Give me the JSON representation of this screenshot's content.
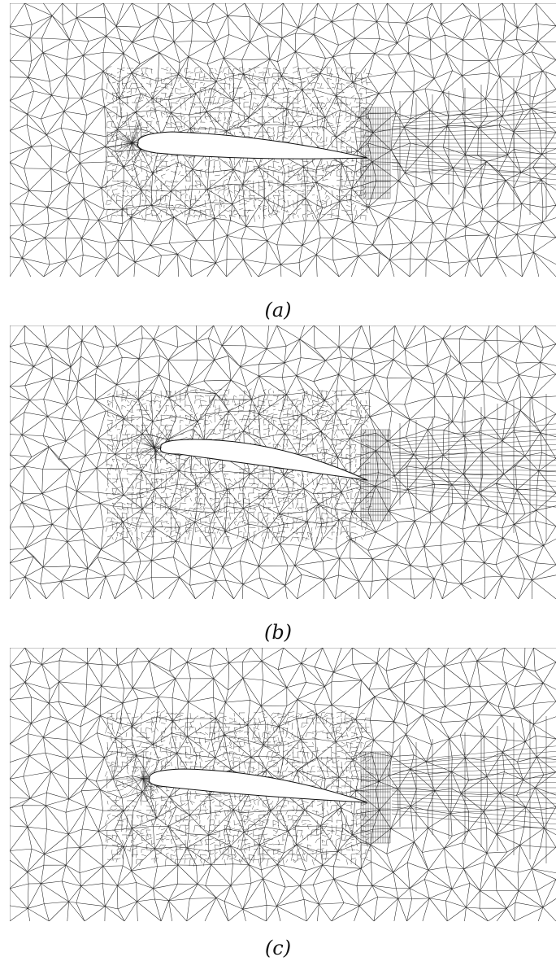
{
  "figure": {
    "panels": [
      {
        "id": "a",
        "caption": "(a)"
      },
      {
        "id": "b",
        "caption": "(b)"
      },
      {
        "id": "c",
        "caption": "(c)"
      }
    ]
  }
}
